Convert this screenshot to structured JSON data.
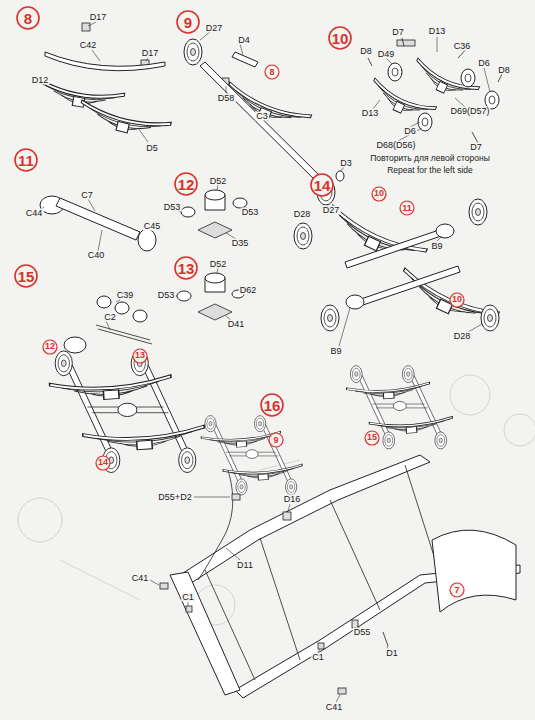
{
  "diagram": {
    "nodes": [
      {
        "text": [
          "8"
        ]
      },
      {
        "text": [
          "9"
        ]
      },
      {
        "text": [
          "8"
        ]
      },
      {
        "text": [
          "10"
        ]
      },
      {
        "text": [
          "11"
        ]
      },
      {
        "text": [
          "12"
        ]
      },
      {
        "text": [
          "14"
        ]
      },
      {
        "text": [
          "10"
        ]
      },
      {
        "text": [
          "11"
        ]
      },
      {
        "text": [
          "10"
        ]
      },
      {
        "text": [
          "13"
        ]
      },
      {
        "text": [
          "15"
        ]
      },
      {
        "text": [
          "12"
        ]
      },
      {
        "text": [
          "13"
        ]
      },
      {
        "text": [
          "14"
        ]
      },
      {
        "text": [
          "16"
        ]
      },
      {
        "text": [
          "9"
        ]
      },
      {
        "text": [
          "15"
        ]
      },
      {
        "text": [
          "7"
        ]
      }
    ],
    "labels": [
      "D17",
      "C42",
      "D17",
      "D12",
      "D5",
      "D27",
      "D4",
      "D58",
      "C3",
      "D3",
      "D27",
      "D7",
      "D13",
      "D8",
      "D49",
      "C36",
      "D6",
      "D8",
      "D13",
      "D69(D57)",
      "D6",
      "D68(D56)",
      "D7",
      "Повторить для левой стороны",
      "Repeat for the left side",
      "C7",
      "C44",
      "C45",
      "C40",
      "D52",
      "D53",
      "D53",
      "D35",
      "D52",
      "D53",
      "D62",
      "D41",
      "D28",
      "B9",
      "B9",
      "D28",
      "C39",
      "C2",
      "D55+D2",
      "D16",
      "D11",
      "C41",
      "C1",
      "D55",
      "C1",
      "D1",
      "C41"
    ]
  }
}
